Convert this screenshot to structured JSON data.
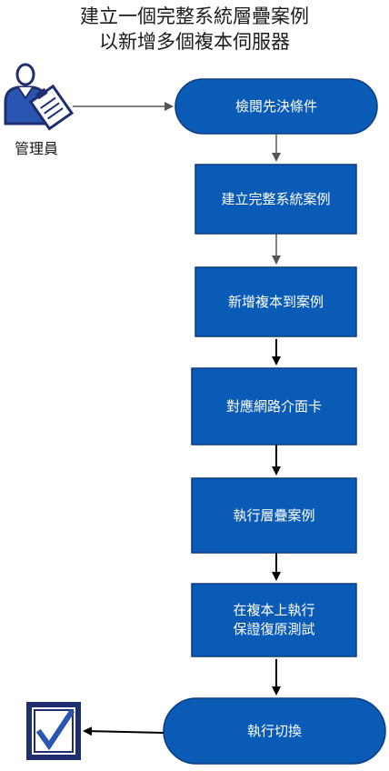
{
  "title": {
    "line1": "建立一個完整系統層疊案例",
    "line2": "以新增多個複本伺服器"
  },
  "actor": {
    "label": "管理員",
    "icon": "administrator-clipboard-icon"
  },
  "end_icon": "checkbox-checked-icon",
  "colors": {
    "node_fill": "#0a5bb5",
    "node_stroke": "#0a3d80",
    "arrow": "#000000",
    "arrow_light": "#555555"
  },
  "steps": [
    {
      "id": "review-prerequisites",
      "shape": "terminator",
      "label": "檢閱先決條件"
    },
    {
      "id": "create-full-system-scenario",
      "shape": "process",
      "label": "建立完整系統案例"
    },
    {
      "id": "add-replica-to-scenario",
      "shape": "process",
      "label": "新增複本到案例"
    },
    {
      "id": "map-network-adapters",
      "shape": "process",
      "label": "對應網路介面卡"
    },
    {
      "id": "run-cascade-scenario",
      "shape": "process",
      "label": "執行層疊案例"
    },
    {
      "id": "run-assured-recovery-test",
      "shape": "process",
      "label": "在複本上執行\n保證復原測試"
    },
    {
      "id": "perform-switchover",
      "shape": "terminator",
      "label": "執行切換"
    }
  ]
}
